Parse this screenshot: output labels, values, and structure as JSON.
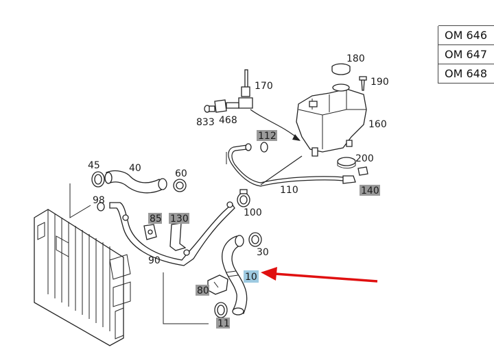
{
  "engine_codes": [
    "OM 646",
    "OM 647",
    "OM 648"
  ],
  "labels": {
    "p10": "10",
    "p11": "11",
    "p30": "30",
    "p40": "40",
    "p45": "45",
    "p60": "60",
    "p80": "80",
    "p85": "85",
    "p90": "90",
    "p98": "98",
    "p100": "100",
    "p110": "110",
    "p112": "112",
    "p130": "130",
    "p140": "140",
    "p160": "160",
    "p170": "170",
    "p180": "180",
    "p190": "190",
    "p200": "200",
    "p468": "468",
    "p833": "833"
  },
  "colors": {
    "highlight_label": "#9ecae1",
    "gray_label": "#9a9a9a",
    "arrow": "#e01010"
  }
}
